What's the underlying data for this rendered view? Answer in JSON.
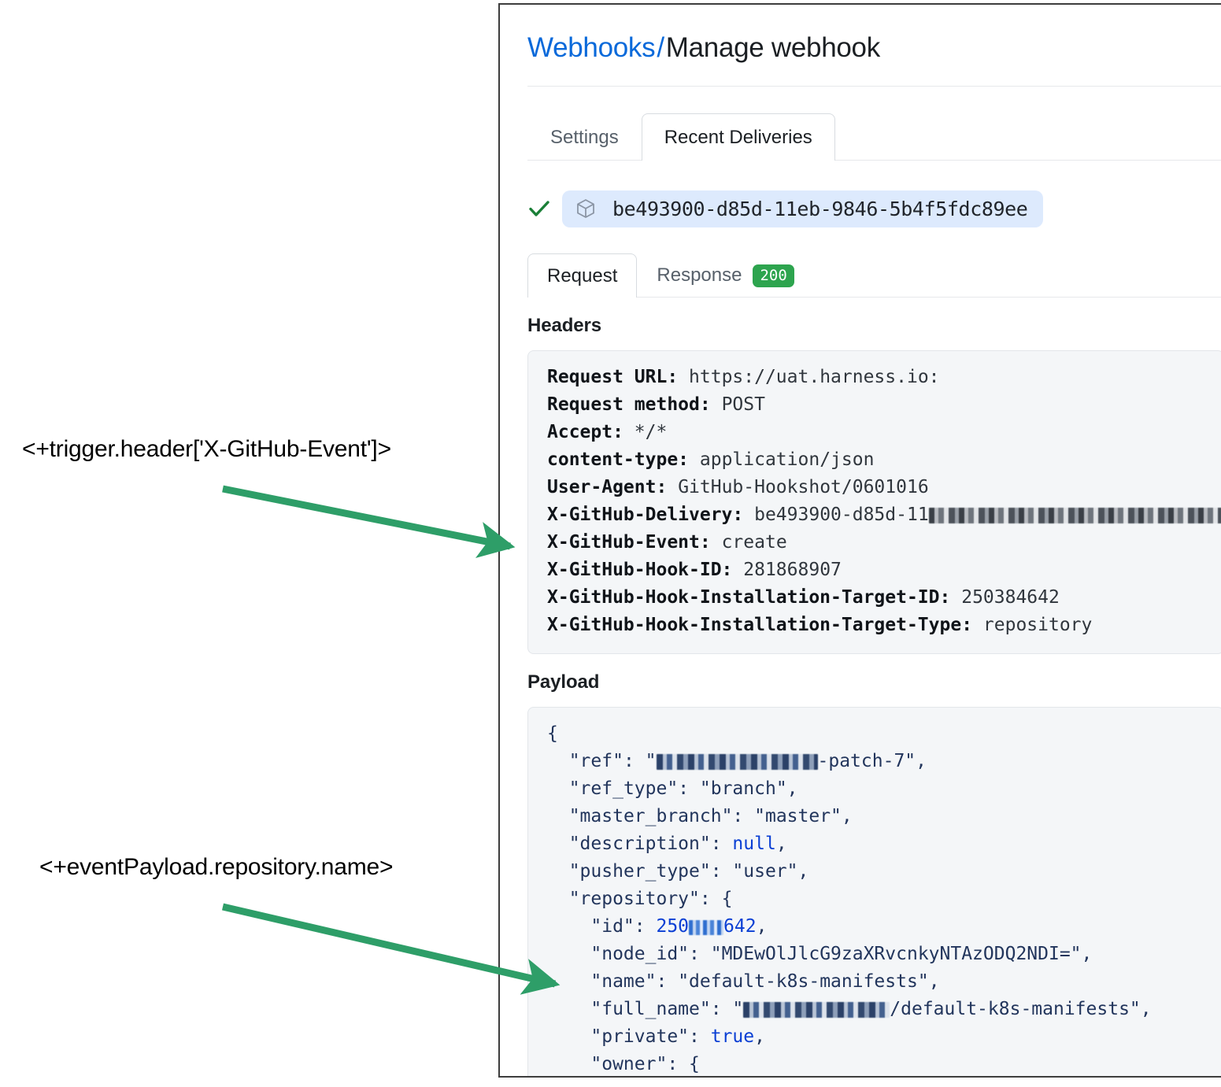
{
  "annotations": {
    "label_1": "<+trigger.header['X-GitHub-Event']>",
    "label_2": "<+eventPayload.repository.name>",
    "arrow_color": "#2e9e68"
  },
  "panel": {
    "breadcrumb": {
      "parent": "Webhooks",
      "separator": "/",
      "current": "Manage webhook"
    },
    "tabs": [
      {
        "label": "Settings",
        "active": false
      },
      {
        "label": "Recent Deliveries",
        "active": true
      }
    ],
    "delivery": {
      "status_icon": "check-icon",
      "package_icon": "cube-icon",
      "id": "be493900-d85d-11eb-9846-5b4f5fdc89ee"
    },
    "subtabs": [
      {
        "label": "Request",
        "active": true,
        "badge": null
      },
      {
        "label": "Response",
        "active": false,
        "badge": "200",
        "badge_color": "#2da44e"
      }
    ],
    "headers_section": {
      "title": "Headers",
      "rows": [
        {
          "key": "Request URL:",
          "value": "https://uat.harness.io:",
          "redacted": false
        },
        {
          "key": "Request method:",
          "value": "POST",
          "redacted": false
        },
        {
          "key": "Accept:",
          "value": "*/*",
          "redacted": false
        },
        {
          "key": "content-type:",
          "value": "application/json",
          "redacted": false
        },
        {
          "key": "User-Agent:",
          "value": "GitHub-Hookshot/0601016",
          "redacted": false
        },
        {
          "key": "X-GitHub-Delivery:",
          "value": "be493900-d85d-11",
          "redacted": true,
          "redact_width": 505
        },
        {
          "key": "X-GitHub-Event:",
          "value": "create",
          "redacted": false
        },
        {
          "key": "X-GitHub-Hook-ID:",
          "value": "281868907",
          "redacted": false
        },
        {
          "key": "X-GitHub-Hook-Installation-Target-ID:",
          "value": "250384642",
          "redacted": false
        },
        {
          "key": "X-GitHub-Hook-Installation-Target-Type:",
          "value": "repository",
          "redacted": false
        }
      ]
    },
    "payload_section": {
      "title": "Payload",
      "lines": [
        "{",
        "  \"ref\": \"<REDACTED>-patch-7\",",
        "  \"ref_type\": \"branch\",",
        "  \"master_branch\": \"master\",",
        "  \"description\": null,",
        "  \"pusher_type\": \"user\",",
        "  \"repository\": {",
        "    \"id\": 250<REDACTED>642,",
        "    \"node_id\": \"MDEwOlJlcG9zaXRvcnkyNTAzODQ2NDI=\",",
        "    \"name\": \"default-k8s-manifests\",",
        "    \"full_name\": \"<REDACTED>/default-k8s-manifests\",",
        "    \"private\": true,",
        "    \"owner\": {"
      ]
    }
  }
}
